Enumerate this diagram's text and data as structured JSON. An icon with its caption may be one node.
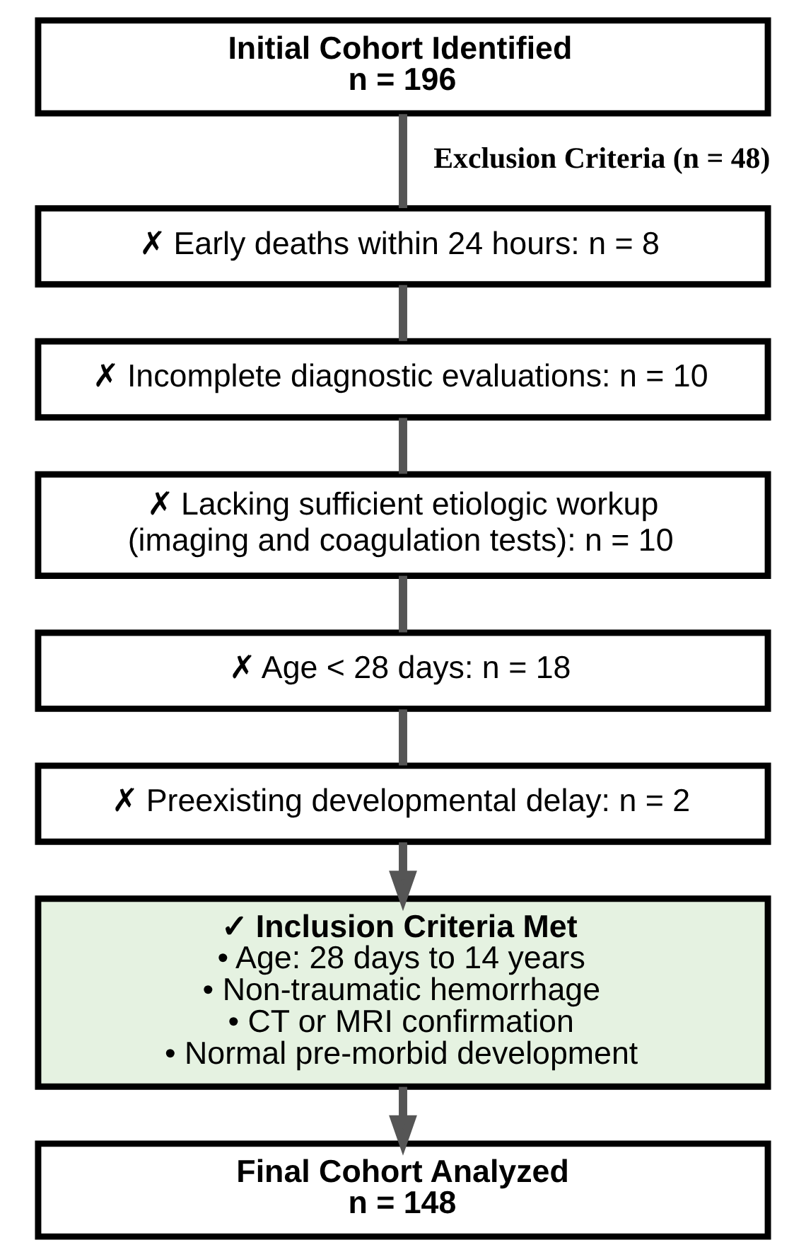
{
  "diagram": {
    "nodes": [
      {
        "text": [
          "Initial Cohort Identified",
          "n = 196"
        ]
      },
      {
        "text": [
          "✗ Early deaths within 24 hours: n = 8"
        ]
      },
      {
        "text": [
          "✗ Incomplete diagnostic evaluations: n = 10"
        ]
      },
      {
        "text": [
          "✗ Lacking sufficient etiologic workup (imaging and coagulation tests): n = 10"
        ]
      },
      {
        "text": [
          "✗ Age < 28 days: n = 18"
        ]
      },
      {
        "text": [
          "✗ Preexisting developmental delay: n = 2"
        ]
      },
      {
        "text": [
          "✓ Inclusion Criteria Met",
          "• Age: 28 days to 14 years",
          "• Non-traumatic hemorrhage",
          "• CT or MRI confirmation",
          "• Normal pre-morbid development"
        ]
      },
      {
        "text": [
          "Final Cohort Analyzed",
          "n = 148"
        ]
      }
    ],
    "edges": [
      {
        "from": 0,
        "to": 1,
        "arrow": "none",
        "label": "Exclusion Criteria (n = 48)"
      },
      {
        "from": 1,
        "to": 2,
        "arrow": "none"
      },
      {
        "from": 2,
        "to": 3,
        "arrow": "none"
      },
      {
        "from": 3,
        "to": 4,
        "arrow": "none"
      },
      {
        "from": 4,
        "to": 5,
        "arrow": "none"
      },
      {
        "from": 5,
        "to": 6,
        "arrow": "to"
      },
      {
        "from": 6,
        "to": 7,
        "arrow": "to"
      }
    ]
  }
}
